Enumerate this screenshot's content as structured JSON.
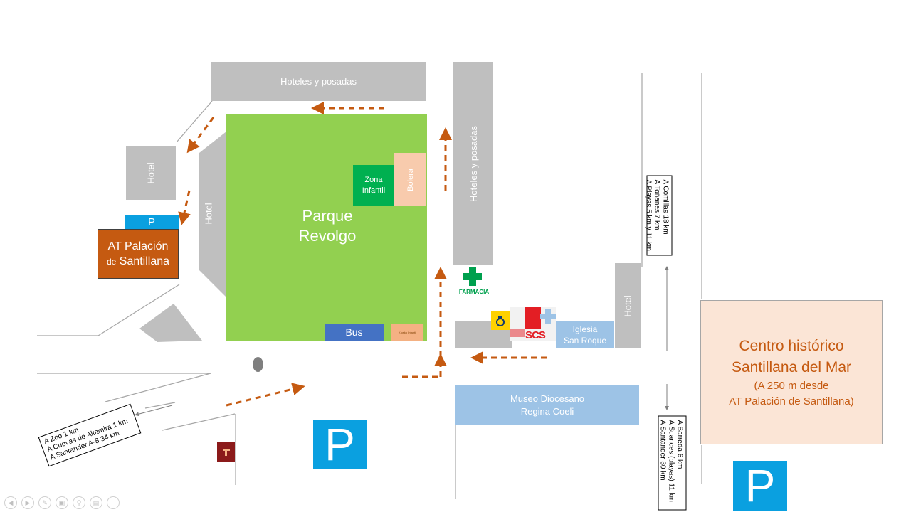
{
  "colors": {
    "park_green": "#92d050",
    "playground_green": "#00b050",
    "bolera_peach": "#f8cbad",
    "hotel_orange": "#c55a11",
    "parking_blue": "#0aa0e0",
    "road_gray": "#bfbfbf",
    "arrow_orange": "#c55a11",
    "church_blue": "#9dc3e6",
    "centro_fill": "#fbe5d6",
    "centro_text": "#c55a11"
  },
  "blocks": {
    "hoteles_top": "Hoteles y posadas",
    "hoteles_side": "Hoteles y posadas",
    "hotel_left": "Hotel",
    "hotel_park": "Hotel",
    "hotel_right": "Hotel",
    "park_line1": "Parque",
    "park_line2": "Revolgo",
    "zona_line1": "Zona",
    "zona_line2": "Infantil",
    "bolera": "Bolera",
    "bus": "Bus",
    "kiosk": "Kiosko Infantil",
    "hotel_main_line1": "AT Palación",
    "hotel_main_line2_small": "de",
    "hotel_main_line2": "Santillana",
    "parking_small": "P",
    "parking_big": "P",
    "parking_right": "P",
    "farmacia": "FARMACIA",
    "scs": "SCS",
    "iglesia_line1": "Iglesia",
    "iglesia_line2": "San Roque",
    "museo_line1": "Museo Diocesano",
    "museo_line2": "Regina Coeli"
  },
  "centro": {
    "line1": "Centro histórico",
    "line2": "Santillana del Mar",
    "line3": "(A 250 m desde",
    "line4": "AT Palación de Santillana)"
  },
  "signs": {
    "top_right": [
      "A Comillas 18 km",
      "A Toñanes 7 km",
      "A Playas 5 km y 11 km"
    ],
    "bottom_right": [
      "A Barreda 6 km",
      "A Suances (playas) 11 km",
      "A Santander 30 km"
    ],
    "bottom_left": [
      "A Zoo 1 km",
      "A Cuevas de Altamira 1 km",
      "A Santander A-8 34 km"
    ]
  },
  "icons": {
    "pharmacy": "green-cross-icon",
    "post": "correos-post-icon",
    "health": "health-service-icon",
    "tourism": "tourism-office-icon"
  }
}
